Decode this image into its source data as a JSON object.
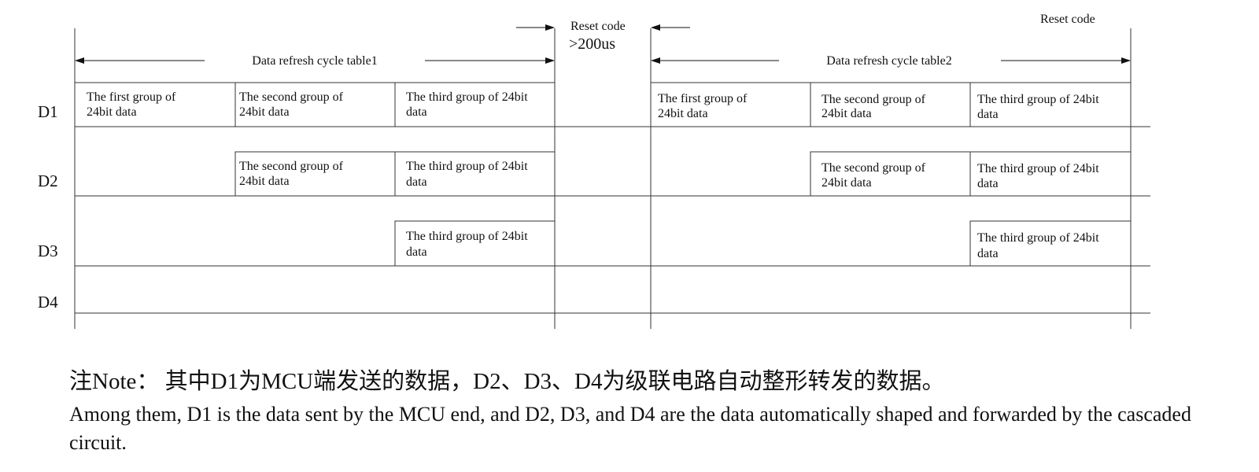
{
  "timing": {
    "rows": [
      {
        "id": "D1",
        "label": "D1"
      },
      {
        "id": "D2",
        "label": "D2"
      },
      {
        "id": "D3",
        "label": "D3"
      },
      {
        "id": "D4",
        "label": "D4"
      }
    ],
    "tables": [
      {
        "header": "Data refresh cycle table1",
        "blocks": {
          "first": [
            "The first group of",
            "24bit data"
          ],
          "second": [
            "The second group of",
            "24bit data"
          ],
          "third": [
            "The third group of 24bit",
            "data"
          ]
        }
      },
      {
        "header": "Data refresh cycle table2",
        "blocks": {
          "first": [
            "The first group of",
            "24bit data"
          ],
          "second": [
            "The second group of",
            "24bit data"
          ],
          "third": [
            "The third group of 24bit",
            "data"
          ]
        }
      }
    ],
    "reset_middle": {
      "label": "Reset code",
      "duration": ">200us"
    },
    "reset_right": {
      "label": "Reset code"
    }
  },
  "note": {
    "title": "注Note：  其中D1为MCU端发送的数据，D2、D3、D4为级联电路自动整形转发的数据。",
    "body": "Among them, D1 is the data sent by the MCU end, and D2, D3, and D4 are the data automatically shaped and forwarded by the cascaded circuit."
  }
}
